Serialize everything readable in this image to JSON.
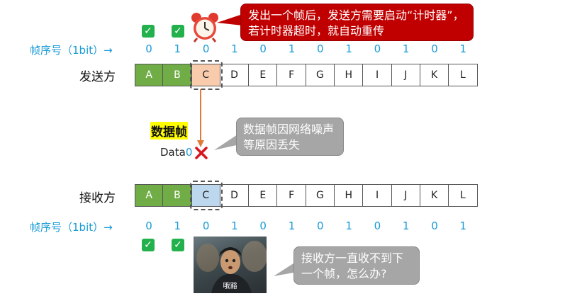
{
  "sender": {
    "label": "发送方",
    "frames": [
      "A",
      "B",
      "C",
      "D",
      "E",
      "F",
      "G",
      "H",
      "I",
      "J",
      "K",
      "L"
    ]
  },
  "receiver": {
    "label": "接收方",
    "frames": [
      "A",
      "B",
      "C",
      "D",
      "E",
      "F",
      "G",
      "H",
      "I",
      "J",
      "K",
      "L"
    ]
  },
  "seq_label": "帧序号（1bit）→",
  "seq_numbers": [
    "0",
    "1",
    "0",
    "1",
    "0",
    "1",
    "0",
    "1",
    "0",
    "1",
    "0",
    "1"
  ],
  "top_callout": "发出一个帧后，发送方需要启动“计时器”，若计时器超时，就自动重传",
  "data_frame_label": "数据帧",
  "data_name_prefix": "Data",
  "data_name_index": "0",
  "loss_callout": "数据帧因网络噪声等原因丢失",
  "receiver_callout": "接收方一直收不到下一个帧，怎么办?",
  "meme_caption": "哦豁",
  "icons": {
    "check": "check-icon",
    "alarm": "alarm-clock-icon",
    "lost": "red-x-icon"
  },
  "colors": {
    "acked": "#70ad47",
    "current_send": "#f8cbad",
    "current_recv": "#bdd7ee",
    "seq_blue": "#1a9bd7",
    "check_green": "#22b14c",
    "callout_red": "#c00000",
    "arrow_orange": "#e07b39",
    "loss_red": "#d9141b"
  }
}
